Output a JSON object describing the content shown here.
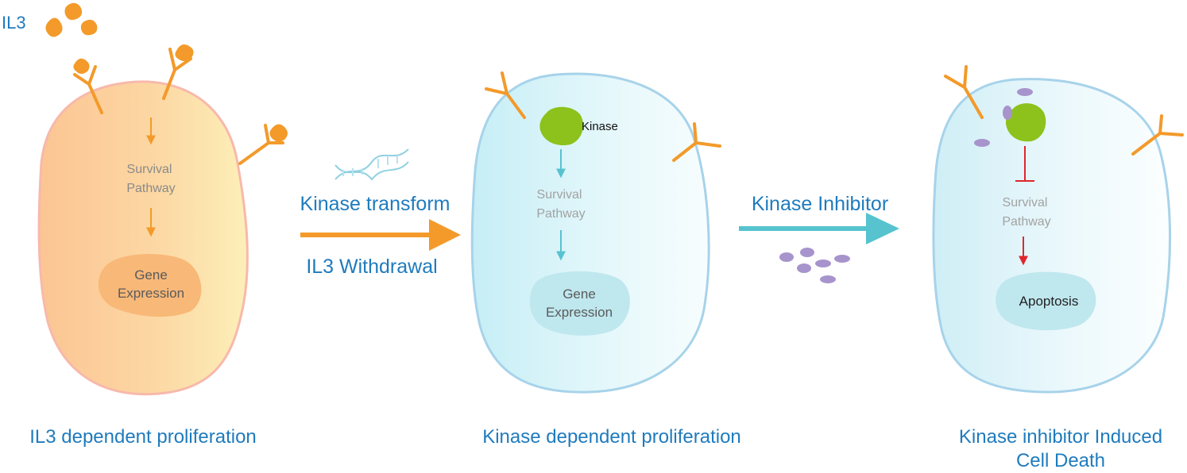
{
  "il3_label": "IL3",
  "arrows": {
    "transform_top": "Kinase transform",
    "transform_bottom": "IL3 Withdrawal",
    "inhibitor": "Kinase Inhibitor"
  },
  "cells": [
    {
      "pathway_line1": "Survival",
      "pathway_line2": "Pathway",
      "nucleus_line1": "Gene",
      "nucleus_line2": "Expression",
      "caption": "IL3 dependent proliferation"
    },
    {
      "kinase_label": "Kinase",
      "pathway_line1": "Survival",
      "pathway_line2": "Pathway",
      "nucleus_line1": "Gene",
      "nucleus_line2": "Expression",
      "caption": "Kinase dependent proliferation"
    },
    {
      "pathway_line1": "Survival",
      "pathway_line2": "Pathway",
      "nucleus_line1": "Apoptosis",
      "caption_line1": "Kinase inhibitor Induced",
      "caption_line2": "Cell Death"
    }
  ],
  "colors": {
    "orange": "#f39a2a",
    "receptor": "#f39a2a",
    "blue_text": "#1f7bbd",
    "cyan_arrow": "#56c3cf",
    "kinase_green": "#8cc21b",
    "inhibitor_purple": "#a794cc",
    "red": "#e0262b"
  }
}
